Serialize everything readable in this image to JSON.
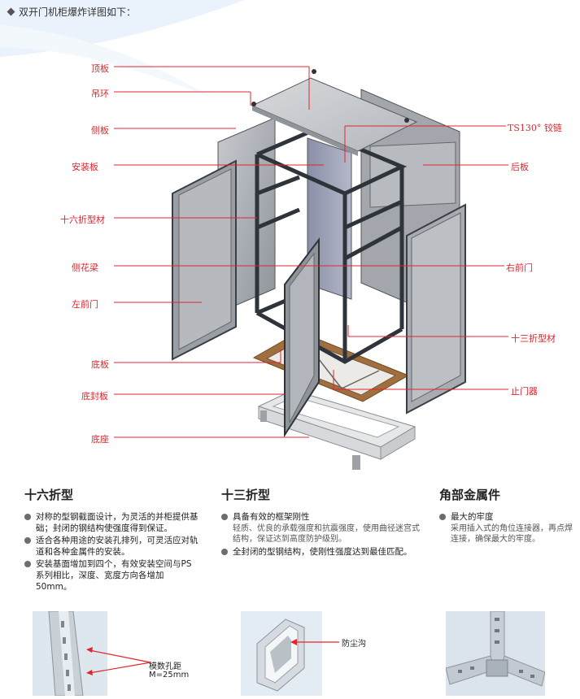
{
  "header": {
    "title": "双开门机柜爆炸详图如下："
  },
  "labels": {
    "left": [
      "顶板",
      "吊环",
      "侧板",
      "安装板",
      "十六折型材",
      "侧花梁",
      "左前门",
      "底板",
      "底封板",
      "底座"
    ],
    "right": [
      "TS130° 铰链",
      "后板",
      "右前门",
      "十三折型材",
      "止门器"
    ]
  },
  "sections": {
    "s16": {
      "title": "十六折型",
      "bullets": [
        "对称的型钢截面设计，为灵活的并柜提供基础；封闭的钢结构使强度得到保证。",
        "适合各种用途的安装孔排列，可灵活应对轨道和各种金属件的安装。",
        "安装基面增加到四个，有效安装空间与PS系列相比，深度、宽度方向各增加50mm。"
      ]
    },
    "s13": {
      "title": "十三折型",
      "b1": "具备有效的框架刚性",
      "b1sub": "轻质、优良的承载强度和抗震强度，使用曲径迷宫式结构，保证达到高度防护级别。",
      "b2": "全封闭的型钢结构，使刚性强度达到最佳匹配。"
    },
    "corner": {
      "title": "角部金属件",
      "b1": "最大的牢度",
      "b1sub": "采用插入式的角位连接器，再点焊连接，确保最大的牢度。"
    }
  },
  "photos": {
    "p1_label1": "模数孔距",
    "p1_label2": "M=25mm",
    "p2_label": "防尘沟"
  },
  "colors": {
    "label_red": "#e0262f",
    "frame_dark": "#3a3f47",
    "panel_gray": "#a9adb3",
    "seal_brown": "#9a6a3a"
  }
}
